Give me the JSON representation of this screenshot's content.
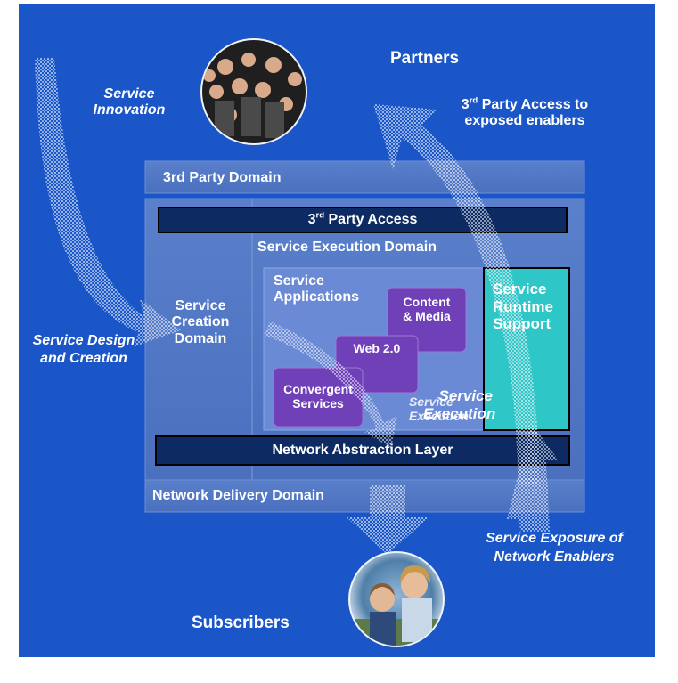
{
  "labels": {
    "partners": "Partners",
    "subscribers": "Subscribers",
    "service_innovation": "Service Innovation",
    "service_design_creation": "Service Design and Creation",
    "third_party_access_enablers_sup": "rd",
    "third_party_access_enablers_main": " Party Access to",
    "third_party_access_enablers_line2": "exposed enablers",
    "third_party_access_enablers_num": "3",
    "service_exposure": "Service Exposure of Network Enablers"
  },
  "domains": {
    "third_party_domain": "3rd Party Domain",
    "third_party_access_num": "3",
    "third_party_access_sup": "rd",
    "third_party_access_rest": " Party Access",
    "service_execution_domain": "Service Execution Domain",
    "service_creation_domain": "Service Creation Domain",
    "service_creation_line1": "Service",
    "service_creation_line2": "Creation",
    "service_creation_line3": "Domain",
    "service_applications_line1": "Service",
    "service_applications_line2": "Applications",
    "content_media_line1": "Content",
    "content_media_line2": "& Media",
    "web20": "Web 2.0",
    "convergent_line1": "Convergent",
    "convergent_line2": "Services",
    "service_execution_a_line1": "Service",
    "service_execution_a_line2": "Execution",
    "service_execution_b_line1": "Service",
    "service_execution_b_line2": "Execution",
    "runtime_line1": "Service",
    "runtime_line2": "Runtime",
    "runtime_line3": "Support",
    "network_abstraction_layer": "Network Abstraction Layer",
    "network_delivery_domain": "Network Delivery Domain"
  },
  "icons": [
    "partners-crowd-photo",
    "subscribers-family-photo",
    "curved-arrow",
    "down-arrow"
  ],
  "colors": {
    "background": "#1a56c8",
    "panel": "#4f76c4",
    "dark_bar": "#0d2a62",
    "purple": "#7040b8",
    "teal": "#2ec6c6",
    "arrow": "#dce7f5"
  }
}
